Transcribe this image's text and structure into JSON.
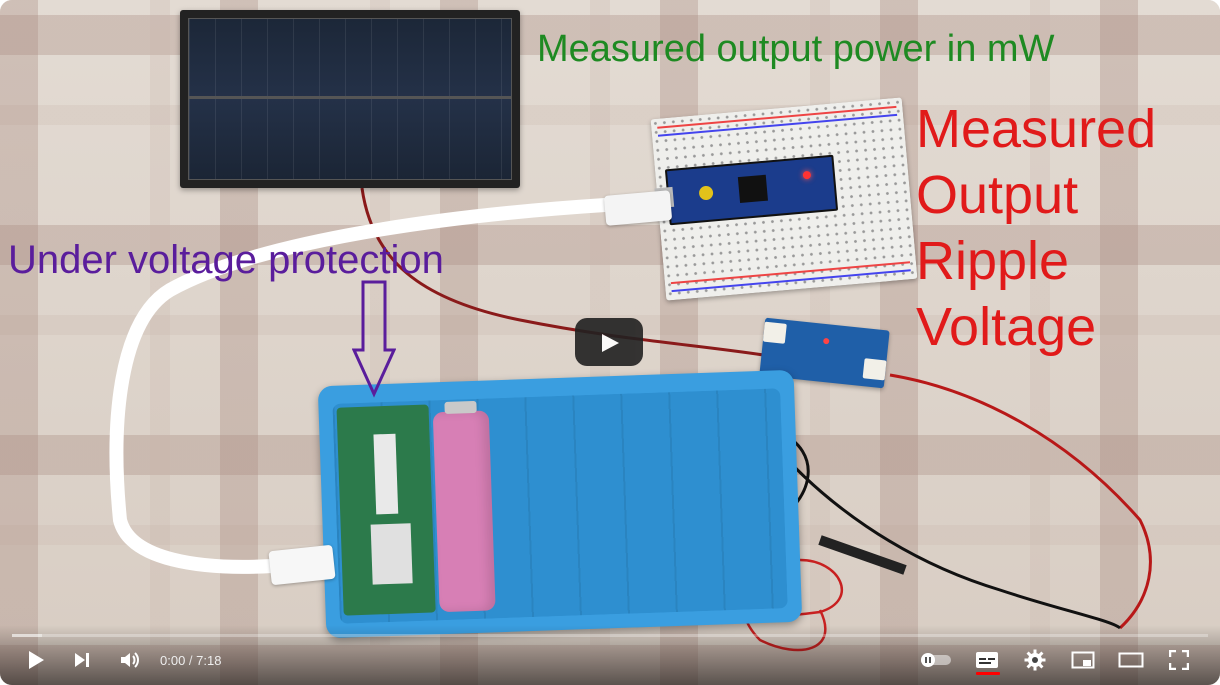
{
  "video": {
    "annotations": {
      "top": "Measured output power in mW",
      "right_lines": [
        "Measured",
        "Output",
        "Ripple",
        "Voltage"
      ],
      "left": "Under voltage protection"
    },
    "play_icon": "play-icon",
    "colors": {
      "annotation_green": "#1e8a22",
      "annotation_red": "#e11a1a",
      "annotation_purple": "#5a1d9c",
      "captions_underline": "#ff0000"
    }
  },
  "controls": {
    "current_time": "0:00",
    "separator": " / ",
    "duration": "7:18",
    "buffered_fraction": 0.025,
    "icons": {
      "play": "play-icon",
      "next": "next-icon",
      "volume": "volume-icon",
      "autoplay": "autoplay-toggle-icon",
      "captions": "subtitles-icon",
      "settings": "gear-icon",
      "miniplayer": "miniplayer-icon",
      "theater": "theater-mode-icon",
      "fullscreen": "fullscreen-icon"
    }
  }
}
